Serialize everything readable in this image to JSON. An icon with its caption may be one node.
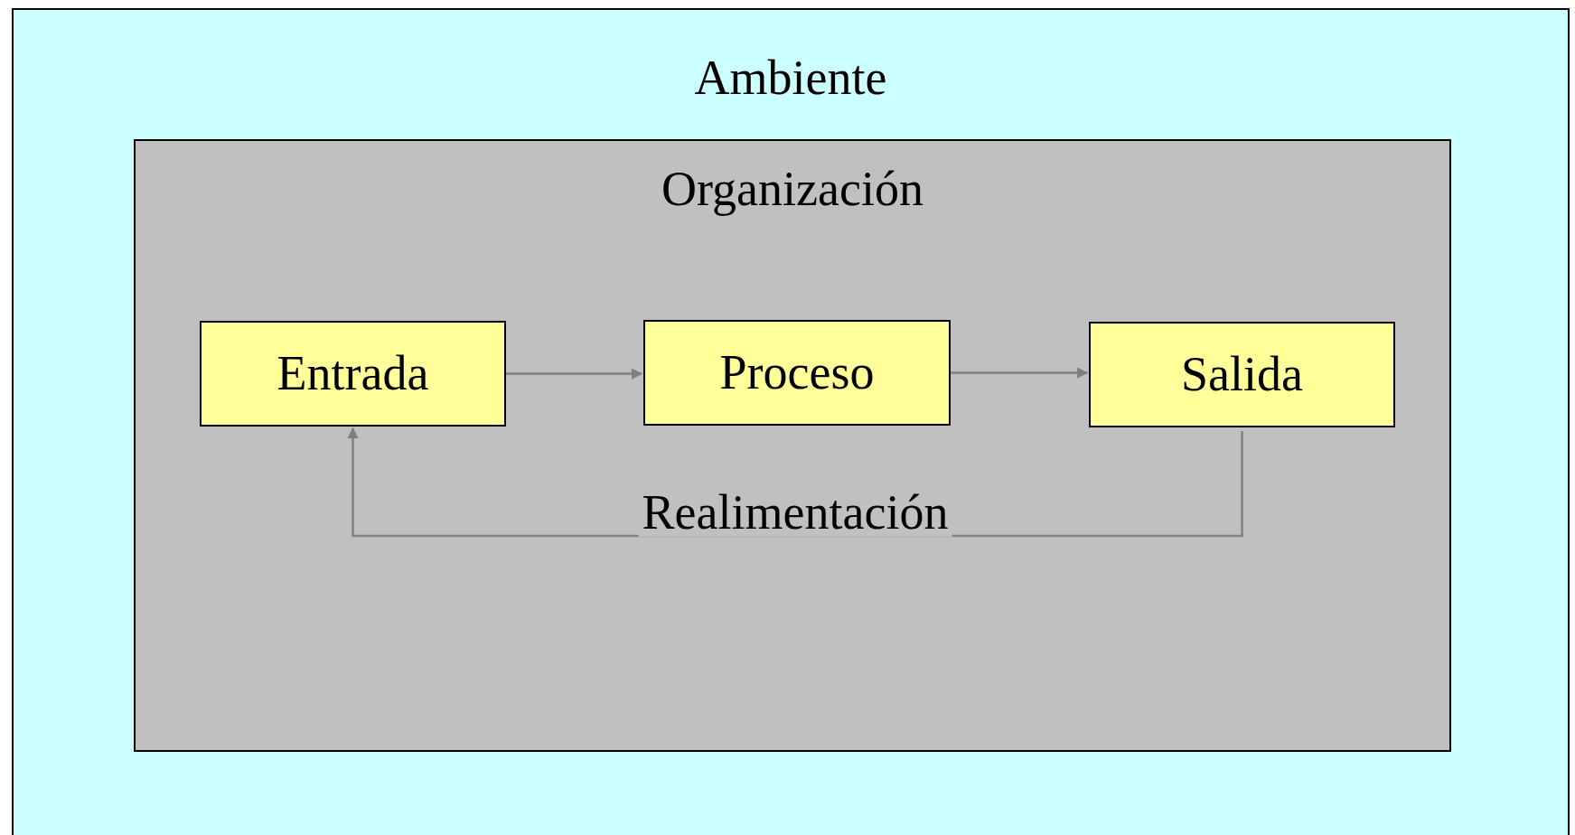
{
  "diagram": {
    "nodes": [
      {
        "text": [
          "Ambiente"
        ]
      },
      {
        "text": [
          "Organización"
        ],
        "in": 0
      },
      {
        "text": [
          "Entrada"
        ],
        "in": 1
      },
      {
        "text": [
          "Proceso"
        ],
        "in": 1
      },
      {
        "text": [
          "Salida"
        ],
        "in": 1
      }
    ],
    "edges": [
      {
        "from": 2,
        "to": 3,
        "arrow": "to"
      },
      {
        "from": 3,
        "to": 4,
        "arrow": "to"
      },
      {
        "from": 4,
        "to": 2,
        "arrow": "to",
        "label": "Realimentación"
      }
    ]
  }
}
